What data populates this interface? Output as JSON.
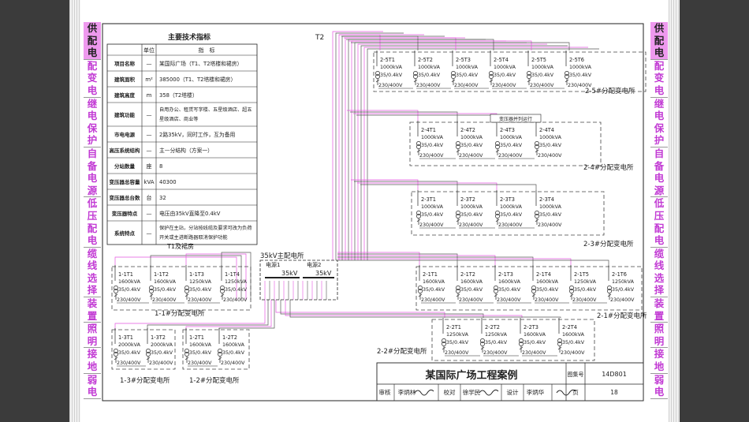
{
  "side_tabs": {
    "left": [
      {
        "text": "供配电",
        "active": true
      },
      {
        "text": "配变电",
        "active": false
      },
      {
        "text": "继电保护",
        "active": false
      },
      {
        "text": "自备电源",
        "active": false
      },
      {
        "text": "低压配电",
        "active": false
      },
      {
        "text": "缆线选择",
        "active": false
      },
      {
        "text": "装置",
        "active": false
      },
      {
        "text": "照明",
        "active": false
      },
      {
        "text": "接地",
        "active": false
      },
      {
        "text": "弱电",
        "active": false
      }
    ],
    "right": [
      {
        "text": "供配电",
        "active": true
      },
      {
        "text": "配变电",
        "active": false
      },
      {
        "text": "继电保护",
        "active": false
      },
      {
        "text": "自备电源",
        "active": false
      },
      {
        "text": "低压配电",
        "active": false
      },
      {
        "text": "缆线选择",
        "active": false
      },
      {
        "text": "装置",
        "active": false
      },
      {
        "text": "照明",
        "active": false
      },
      {
        "text": "接地",
        "active": false
      },
      {
        "text": "弱电",
        "active": false
      }
    ]
  },
  "spec_table": {
    "title": "主要技术指标",
    "headers": [
      "",
      "单位",
      "指　标"
    ],
    "rows": [
      [
        "项目名称",
        "—",
        "某国际广场（T1、T2塔楼和裙房）"
      ],
      [
        "建筑面积",
        "m²",
        "385000（T1、T2塔楼和裙房）"
      ],
      [
        "建筑高度",
        "m",
        "358（T2塔楼）"
      ],
      [
        "建筑功能",
        "—",
        "自用办公、租赁写字楼、五星级酒店、超五星级酒店、商业等"
      ],
      [
        "市电电源",
        "—",
        "2路35kV，同时工作，互为备用"
      ],
      [
        "高压系统结构",
        "—",
        "主—分结构（方案一）"
      ],
      [
        "分站数量",
        "座",
        "8"
      ],
      [
        "变压器总容量",
        "kVA",
        "40300"
      ],
      [
        "变压器总台数",
        "台",
        "32"
      ],
      [
        "变压器特点",
        "—",
        "电压由35kV直降至0.4kV"
      ],
      [
        "系统特点",
        "—",
        "保护在主站，分站按线缆及要求可改为负荷开关或主进断路器取消保护功能"
      ]
    ]
  },
  "labels": {
    "t2": "T2",
    "t1_podium": "T1及裙房",
    "main_station": "35kV主配电所",
    "source1": "电源1",
    "source2": "电源2",
    "bus_left": "35kV",
    "bus_right": "35kV",
    "parallel_note": "变压器并列运行"
  },
  "substations": [
    {
      "name": "2-5#分配变电所",
      "transformers": [
        {
          "id": "2-5T1",
          "rating": "1000kVA"
        },
        {
          "id": "2-5T2",
          "rating": "1000kVA"
        },
        {
          "id": "2-5T3",
          "rating": "1000kVA"
        },
        {
          "id": "2-5T4",
          "rating": "1000kVA"
        },
        {
          "id": "2-5T5",
          "rating": "1000kVA"
        },
        {
          "id": "2-5T6",
          "rating": "1000kVA"
        }
      ]
    },
    {
      "name": "2-4#分配变电所",
      "transformers": [
        {
          "id": "2-4T1",
          "rating": "1000kVA"
        },
        {
          "id": "2-4T2",
          "rating": "1000kVA"
        },
        {
          "id": "2-4T3",
          "rating": "1000kVA"
        },
        {
          "id": "2-4T4",
          "rating": "1000kVA"
        }
      ]
    },
    {
      "name": "2-3#分配变电所",
      "transformers": [
        {
          "id": "2-3T1",
          "rating": "1000kVA"
        },
        {
          "id": "2-3T2",
          "rating": "1000kVA"
        },
        {
          "id": "2-3T3",
          "rating": "1000kVA"
        },
        {
          "id": "2-3T4",
          "rating": "1000kVA"
        }
      ]
    },
    {
      "name": "2-1#分配变电所",
      "transformers": [
        {
          "id": "2-1T1",
          "rating": "1600kVA"
        },
        {
          "id": "2-1T2",
          "rating": "1600kVA"
        },
        {
          "id": "2-1T3",
          "rating": "1600kVA"
        },
        {
          "id": "2-1T4",
          "rating": "1600kVA"
        },
        {
          "id": "2-1T5",
          "rating": "1250kVA"
        },
        {
          "id": "2-1T6",
          "rating": "1250kVA"
        }
      ]
    },
    {
      "name": "2-2#分配变电所",
      "transformers": [
        {
          "id": "2-2T1",
          "rating": "1250kVA"
        },
        {
          "id": "2-2T2",
          "rating": "1250kVA"
        },
        {
          "id": "2-2T3",
          "rating": "1600kVA"
        },
        {
          "id": "2-2T4",
          "rating": "1600kVA"
        }
      ]
    },
    {
      "name": "1-1#分配变电所",
      "transformers": [
        {
          "id": "1-1T1",
          "rating": "1600kVA"
        },
        {
          "id": "1-1T2",
          "rating": "1600kVA"
        },
        {
          "id": "1-1T3",
          "rating": "1250kVA"
        },
        {
          "id": "1-1T4",
          "rating": "1250kVA"
        }
      ]
    },
    {
      "name": "1-3#分配变电所",
      "transformers": [
        {
          "id": "1-3T1",
          "rating": "2000kVA"
        },
        {
          "id": "1-3T2",
          "rating": "2000kVA"
        }
      ]
    },
    {
      "name": "1-2#分配变电所",
      "transformers": [
        {
          "id": "1-2T1",
          "rating": "1600kVA"
        },
        {
          "id": "1-2T2",
          "rating": "1600kVA"
        }
      ]
    }
  ],
  "transformer_labels": {
    "ratio": "35/0.4kV",
    "low_voltage": "230/400V"
  },
  "title_block": {
    "title": "某国际广场工程案例",
    "atlas_label": "图集号",
    "atlas_no": "14D801",
    "review_label": "审核",
    "reviewer": "李炳林",
    "check_label": "校对",
    "checker": "徐学民",
    "design_label": "设计",
    "designer": "李炳华",
    "page_label": "页",
    "page_no": "18"
  },
  "colors": {
    "feeder_line": "#e455e0",
    "ink": "#222222",
    "active_tab": "#ee99ee",
    "tab_text": "#c23bd4"
  }
}
